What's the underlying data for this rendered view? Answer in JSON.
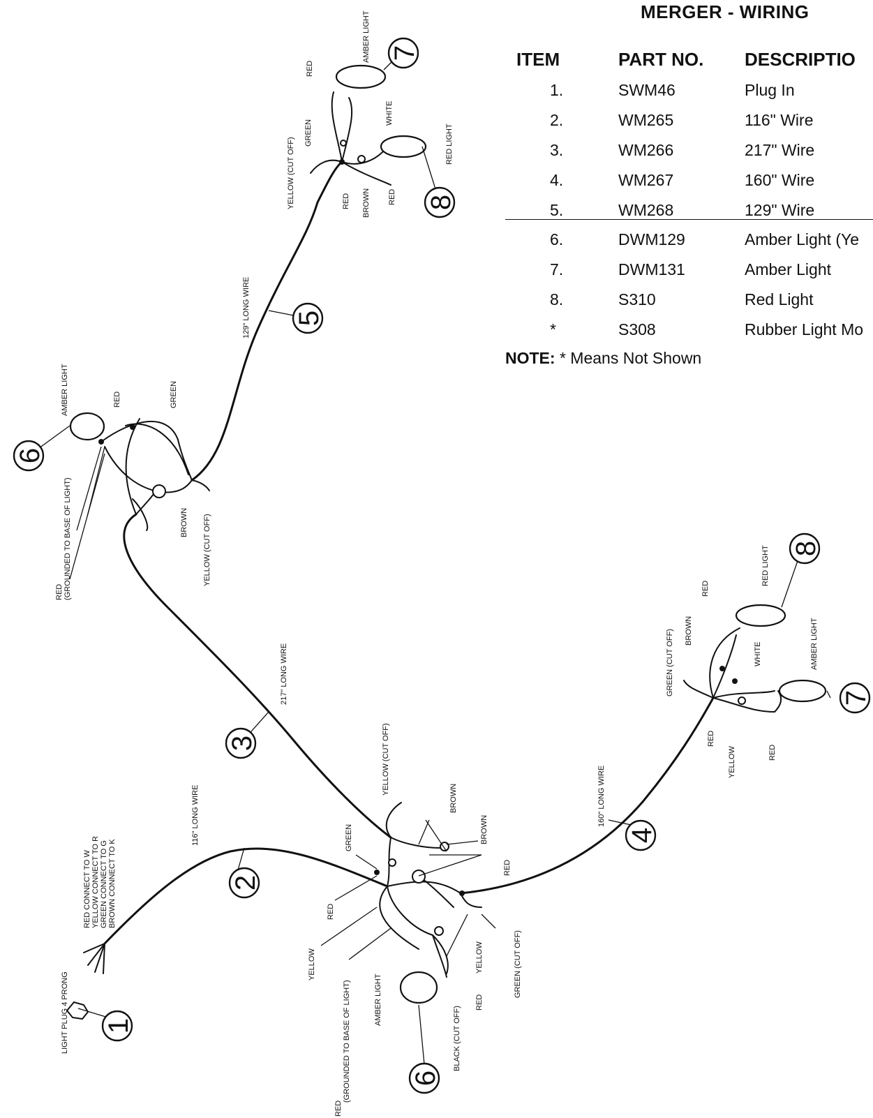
{
  "title": "MERGER - WIRING",
  "table": {
    "headers": [
      "ITEM",
      "PART NO.",
      "DESCRIPTIO"
    ],
    "rows": [
      {
        "item": "1.",
        "part": "SWM46",
        "desc": "Plug In"
      },
      {
        "item": "2.",
        "part": "WM265",
        "desc": "116\" Wire"
      },
      {
        "item": "3.",
        "part": "WM266",
        "desc": "217\" Wire"
      },
      {
        "item": "4.",
        "part": "WM267",
        "desc": "160\" Wire"
      },
      {
        "item": "5.",
        "part": "WM268",
        "desc": "129\" Wire"
      },
      {
        "item": "6.",
        "part": "DWM129",
        "desc": "Amber Light (Ye"
      },
      {
        "item": "7.",
        "part": "DWM131",
        "desc": "Amber Light"
      },
      {
        "item": "8.",
        "part": "S310",
        "desc": "Red Light"
      },
      {
        "item": "*",
        "part": "S308",
        "desc": "Rubber Light Mo"
      }
    ],
    "note_label": "NOTE:",
    "note_text": "* Means Not Shown"
  },
  "callouts": {
    "one": "1",
    "two": "2",
    "three": "3",
    "four": "4",
    "five": "5",
    "six_a": "6",
    "six_b": "6",
    "seven_a": "7",
    "seven_b": "7",
    "eight_a": "8",
    "eight_b": "8"
  },
  "labels": {
    "plug": "LIGHT PLUG 4 PRONG",
    "conn1": "RED CONNECT TO W",
    "conn2": "YELLOW CONNECT TO R",
    "conn3": "GREEN CONNECT TO G",
    "conn4": "BROWN CONNECT TO K",
    "wire116": "116\" LONG WIRE",
    "wire217": "217\" LONG WIRE",
    "wire160": "160\" LONG WIRE",
    "wire129": "129\" LONG WIRE",
    "bl_red": "RED",
    "bl_ground": "(GROUNDED TO BASE OF LIGHT)",
    "bl_yellow": "YELLOW",
    "bl_amber": "AMBER LIGHT",
    "bl_black": "BLACK (CUT OFF)",
    "bl_red2": "RED",
    "bl_yellow2": "YELLOW",
    "bl_green": "GREEN (CUT OFF)",
    "bl_red3": "RED",
    "bl_red4": "RED",
    "bl_brown": "BROWN",
    "bl_brown2": "BROWN",
    "bl_green2": "GREEN",
    "bl_yellowcut": "YELLOW (CUT OFF)",
    "ml_amber": "AMBER LIGHT",
    "ml_red": "RED",
    "ml_green": "GREEN",
    "ml_red_g": "RED",
    "ml_ground": "(GROUNDED TO BASE OF LIGHT)",
    "ml_brown": "BROWN",
    "ml_yellowcut": "YELLOW (CUT OFF)",
    "tl_red": "RED",
    "tl_amber": "AMBER LIGHT",
    "tl_white": "WHITE",
    "tl_green": "GREEN",
    "tl_yellowcut": "YELLOW (CUT OFF)",
    "tl_red2": "RED",
    "tl_brown": "BROWN",
    "tl_red3": "RED",
    "tl_redlight": "RED LIGHT",
    "rl_redlight": "RED LIGHT",
    "rl_red": "RED",
    "rl_brown": "BROWN",
    "rl_greencut": "GREEN (CUT OFF)",
    "rl_white": "WHITE",
    "rl_amber": "AMBER LIGHT",
    "rl_red2": "RED",
    "rl_yellow": "YELLOW",
    "rl_red3": "RED"
  }
}
